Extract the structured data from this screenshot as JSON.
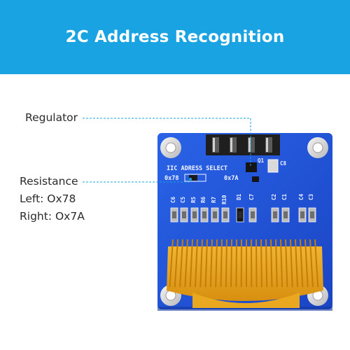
{
  "banner": {
    "title": "2C Address Recognition",
    "background": "#1aa3e2"
  },
  "callouts": {
    "regulator": "Regulator",
    "resistance": "Resistance",
    "left_address": "Left: Ox78",
    "right_address": "Right: Ox7A",
    "line_color": "#1aa3e2"
  },
  "board": {
    "pcb_color": "#1e4fd6",
    "fpc_color": "#e6a21c",
    "silkscreen": {
      "address_select": "IIC ADRESS SELECT",
      "addr_left": "0x78",
      "addr_right": "0x7A",
      "q1": "Q1",
      "c8": "C8",
      "left_group": [
        "C6",
        "C5",
        "R5",
        "R6",
        "R7",
        "R10"
      ],
      "d1": "D1",
      "c7": "C7",
      "mid_group": [
        "C2",
        "C1"
      ],
      "right_group": [
        "C4",
        "C3"
      ]
    }
  }
}
